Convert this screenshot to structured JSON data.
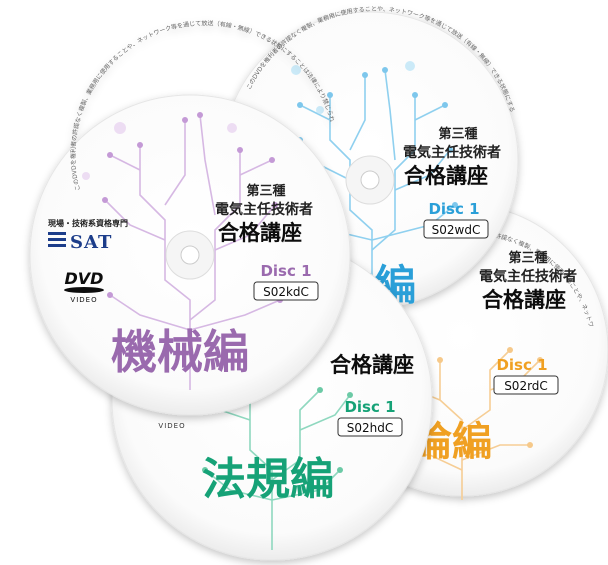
{
  "common": {
    "series_small": "第三種",
    "series_mid": "電気主任技術者",
    "series_big": "合格講座",
    "disc_label": "Disc 1",
    "rim_text": "このDVDを権利者の許諾なく複製、業務用に使用することや、ネットワーク等を通じて放送（有線・無線）できる状態にすることは法律により禁じられています。"
  },
  "brand": {
    "tagline": "現場・技術系資格専門",
    "name": "SAT",
    "dvd_logo": "DVD",
    "video_label": "VIDEO"
  },
  "discs": {
    "kikai": {
      "title": "機械編",
      "code": "S02kdC",
      "color": "#9a6aae"
    },
    "denryoku": {
      "title": "力編",
      "code": "S02wdC",
      "color": "#2a9fd8"
    },
    "riron": {
      "title": "論編",
      "code": "S02rdC",
      "color": "#f0a020"
    },
    "hoki": {
      "title": "法規編",
      "code": "S02hdC",
      "color": "#17a277"
    }
  },
  "icons": {
    "circuit_tree": "circuit-tree-icon",
    "sat_logo": "sat-logo-icon",
    "dvd_logo": "dvd-video-logo-icon"
  }
}
